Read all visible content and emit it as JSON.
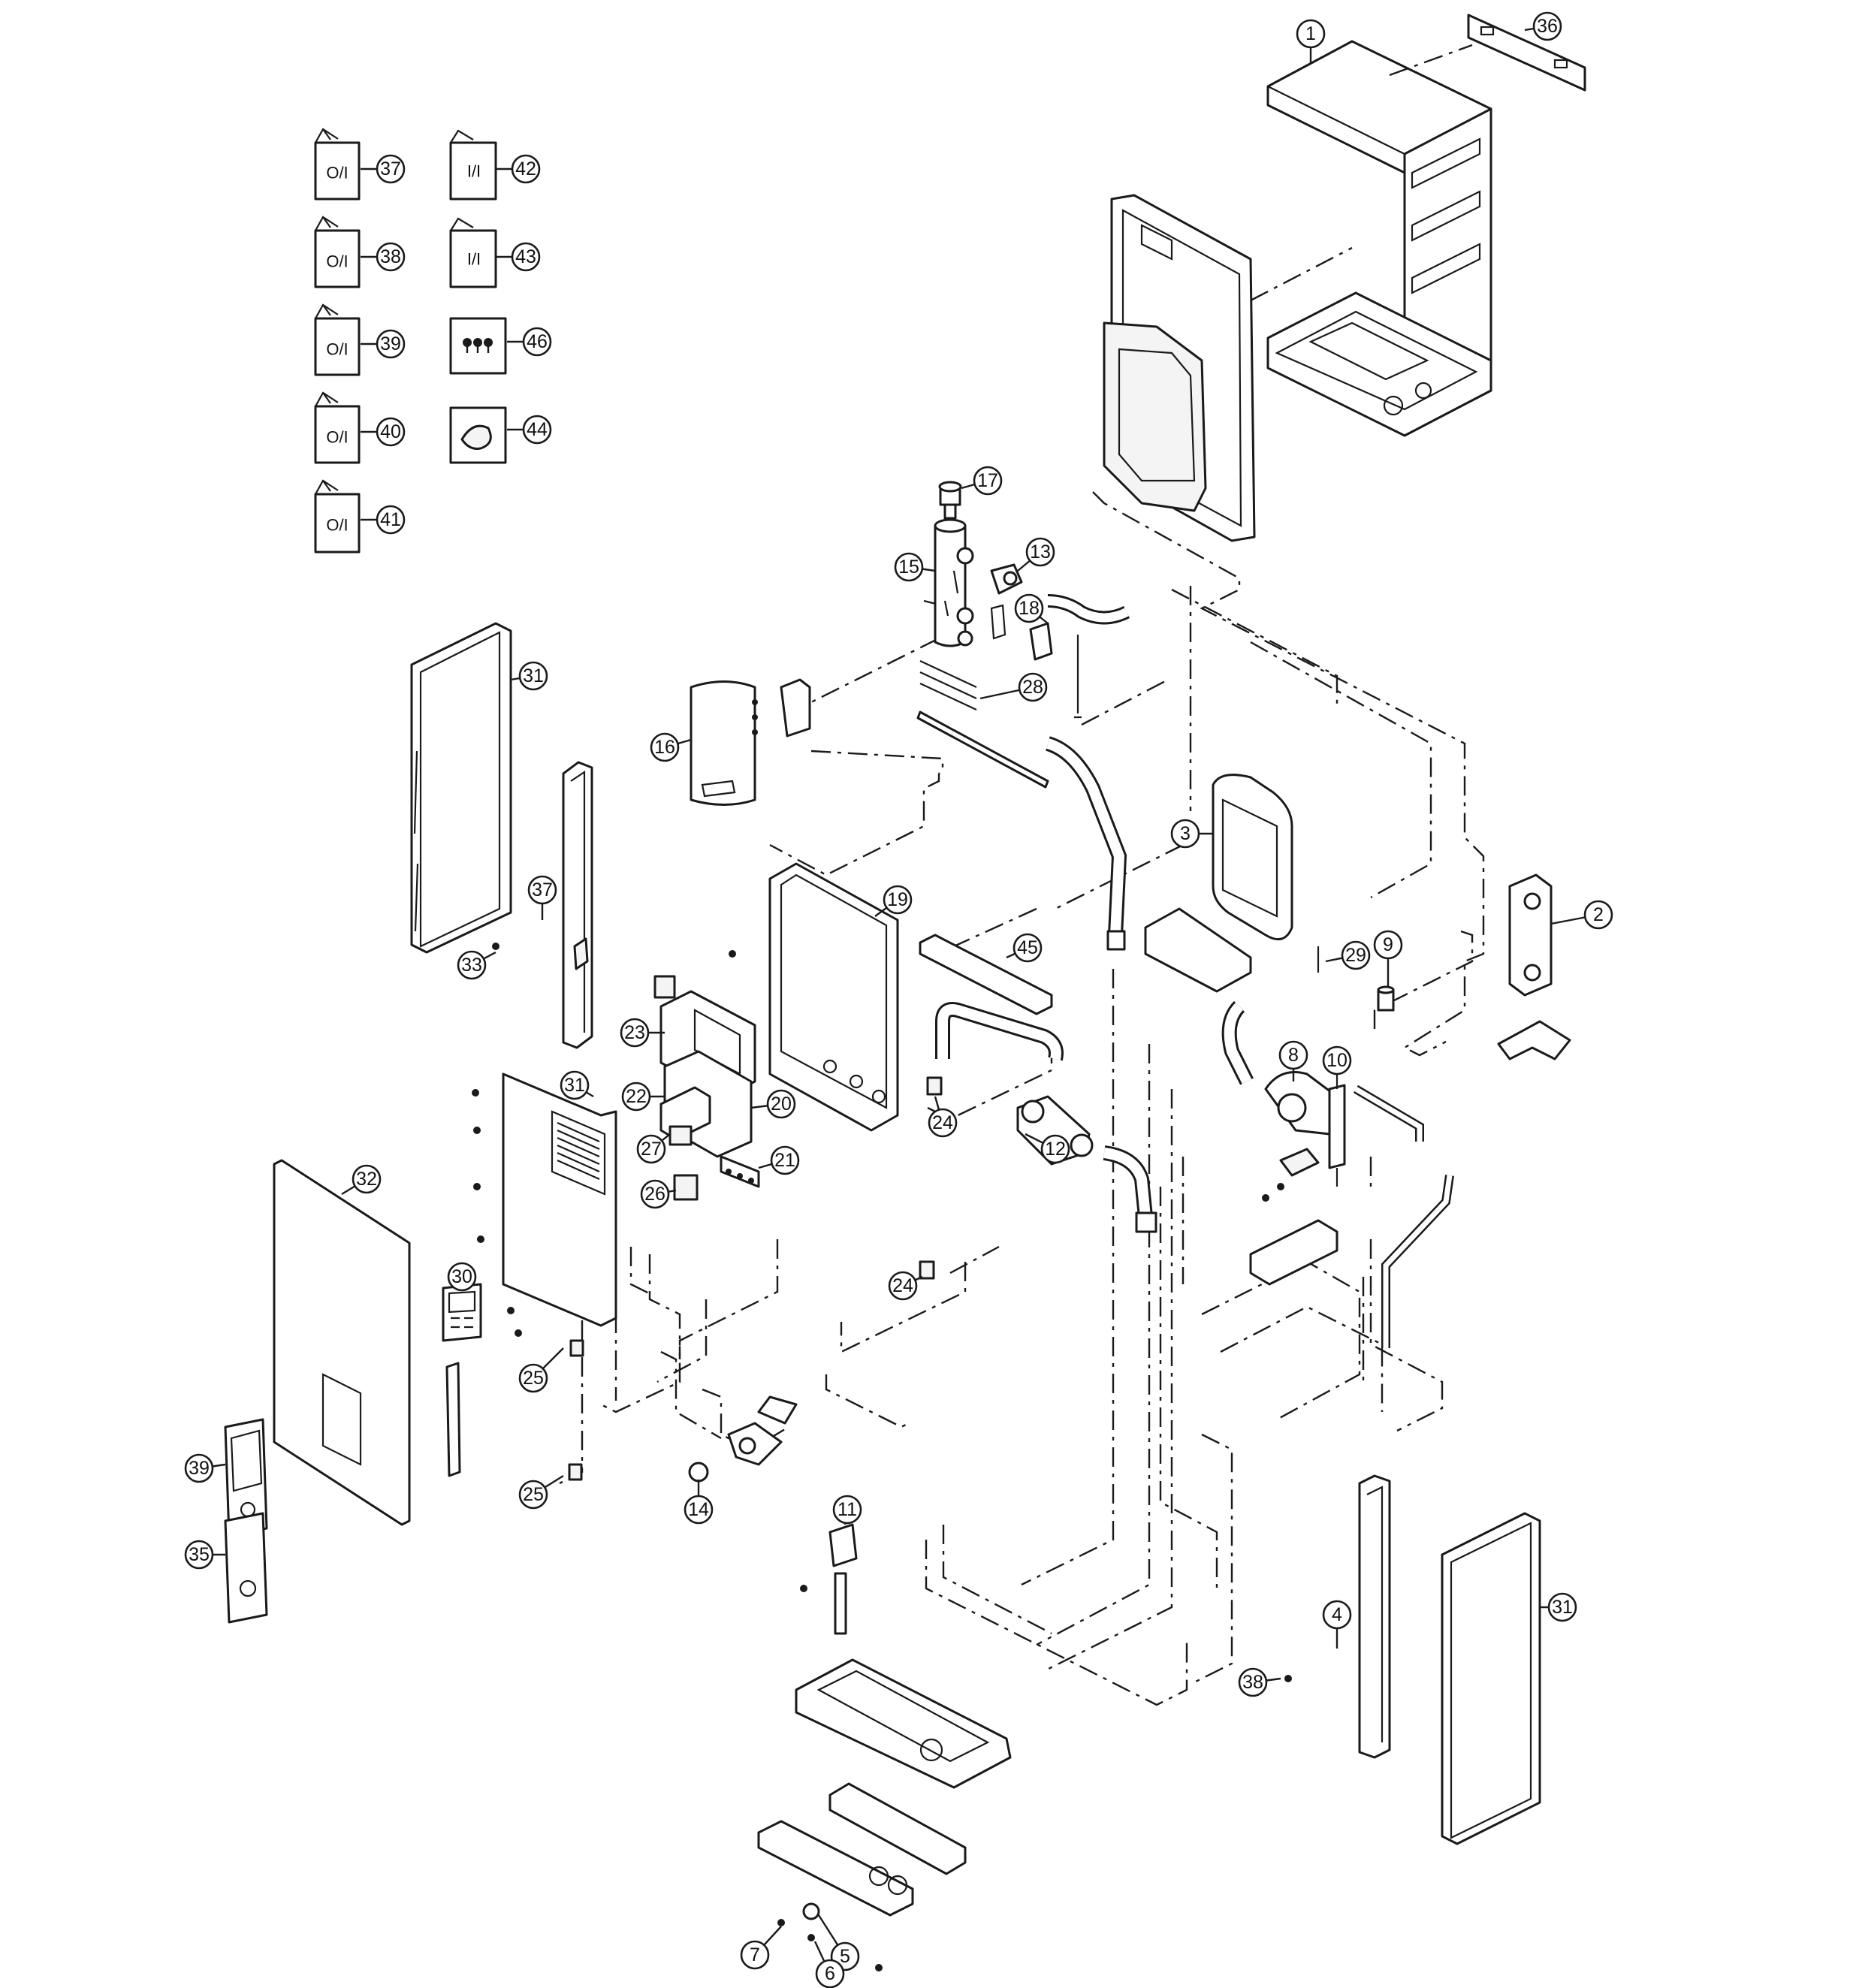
{
  "callouts": [
    {
      "label": "1"
    },
    {
      "label": "36"
    },
    {
      "label": "37"
    },
    {
      "label": "42"
    },
    {
      "label": "38"
    },
    {
      "label": "43"
    },
    {
      "label": "39"
    },
    {
      "label": "46"
    },
    {
      "label": "40"
    },
    {
      "label": "44"
    },
    {
      "label": "41"
    },
    {
      "label": "17"
    },
    {
      "label": "13"
    },
    {
      "label": "15"
    },
    {
      "label": "18"
    },
    {
      "label": "28"
    },
    {
      "label": "16"
    },
    {
      "label": "31"
    },
    {
      "label": "3"
    },
    {
      "label": "2"
    },
    {
      "label": "9"
    },
    {
      "label": "29"
    },
    {
      "label": "19"
    },
    {
      "label": "37"
    },
    {
      "label": "33"
    },
    {
      "label": "45"
    },
    {
      "label": "8"
    },
    {
      "label": "10"
    },
    {
      "label": "23"
    },
    {
      "label": "22"
    },
    {
      "label": "31"
    },
    {
      "label": "20"
    },
    {
      "label": "24"
    },
    {
      "label": "12"
    },
    {
      "label": "27"
    },
    {
      "label": "21"
    },
    {
      "label": "26"
    },
    {
      "label": "32"
    },
    {
      "label": "30"
    },
    {
      "label": "24"
    },
    {
      "label": "25"
    },
    {
      "label": "39"
    },
    {
      "label": "25"
    },
    {
      "label": "14"
    },
    {
      "label": "35"
    },
    {
      "label": "11"
    },
    {
      "label": "4"
    },
    {
      "label": "31"
    },
    {
      "label": "38"
    },
    {
      "label": "5"
    },
    {
      "label": "7"
    },
    {
      "label": "6"
    }
  ],
  "documents": [
    {
      "label": "O/I"
    },
    {
      "label": "O/I"
    },
    {
      "label": "O/I"
    },
    {
      "label": "O/I"
    },
    {
      "label": "O/I"
    },
    {
      "label": "I/I"
    },
    {
      "label": "I/I"
    }
  ]
}
